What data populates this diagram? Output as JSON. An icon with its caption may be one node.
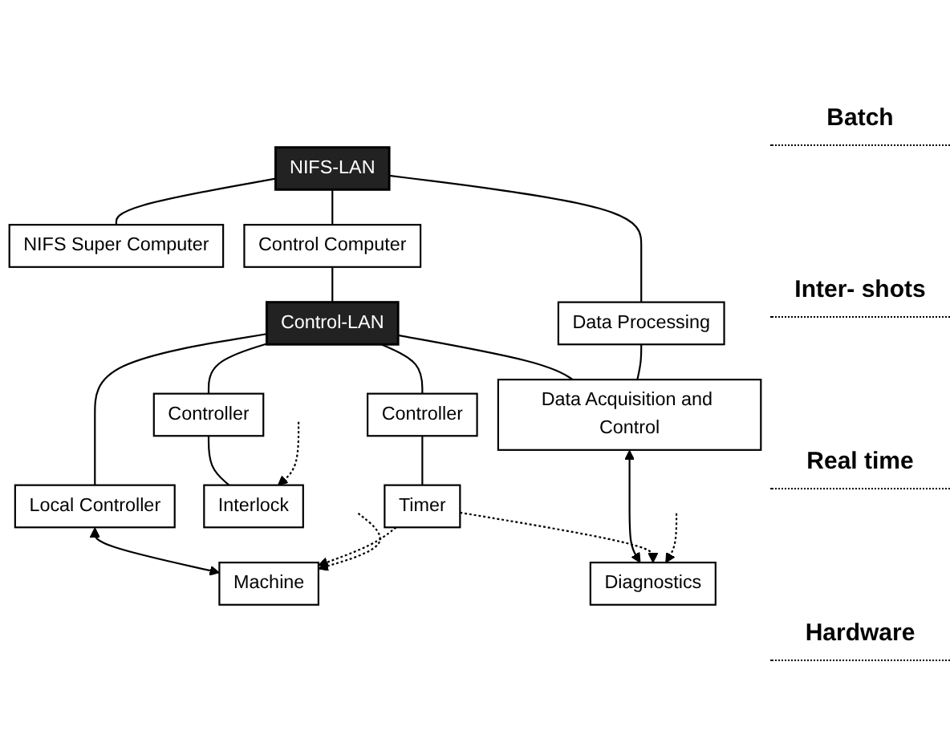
{
  "diagram": {
    "nodes": [
      {
        "text": [
          "NIFS-LAN"
        ]
      },
      {
        "text": [
          "NIFS Super Computer"
        ]
      },
      {
        "text": [
          "Control Computer"
        ]
      },
      {
        "text": [
          "Data Processing"
        ]
      },
      {
        "text": [
          "Control-LAN"
        ]
      },
      {
        "text": [
          "Controller"
        ]
      },
      {
        "text": [
          "Controller"
        ]
      },
      {
        "text": [
          "Local Controller"
        ]
      },
      {
        "text": [
          "Data Acquisition and Control"
        ]
      },
      {
        "text": [
          "Interlock"
        ]
      },
      {
        "text": [
          "Timer"
        ]
      },
      {
        "text": [
          "Machine"
        ]
      },
      {
        "text": [
          "Diagnostics"
        ]
      }
    ],
    "edges": [
      {
        "from": 0,
        "to": 1,
        "arrow": "none"
      },
      {
        "from": 0,
        "to": 2,
        "arrow": "none"
      },
      {
        "from": 0,
        "to": 3,
        "arrow": "none"
      },
      {
        "from": 2,
        "to": 4,
        "arrow": "none"
      },
      {
        "from": 4,
        "to": 5,
        "arrow": "none"
      },
      {
        "from": 4,
        "to": 6,
        "arrow": "none"
      },
      {
        "from": 4,
        "to": 7,
        "arrow": "none"
      },
      {
        "from": 4,
        "to": 8,
        "arrow": "none"
      },
      {
        "from": 3,
        "to": 8,
        "arrow": "none"
      },
      {
        "from": 5,
        "to": 9,
        "arrow": "none"
      },
      {
        "from": 6,
        "to": 10,
        "arrow": "none"
      },
      {
        "from": 7,
        "to": 11,
        "arrow": "both"
      },
      {
        "from": 8,
        "to": 12,
        "arrow": "both"
      },
      {
        "from": 10,
        "to": 11,
        "arrow": "to",
        "style": "dashed"
      },
      {
        "from": 10,
        "to": 12,
        "arrow": "to",
        "style": "dashed"
      },
      {
        "from": null,
        "to": 9,
        "arrow": "to",
        "style": "dashed"
      },
      {
        "from": null,
        "to": 11,
        "arrow": "to",
        "style": "dashed"
      },
      {
        "from": null,
        "to": 12,
        "arrow": "to",
        "style": "dashed"
      }
    ],
    "labels": [
      "Batch",
      "Inter- shots",
      "Real time",
      "Hardware"
    ]
  }
}
